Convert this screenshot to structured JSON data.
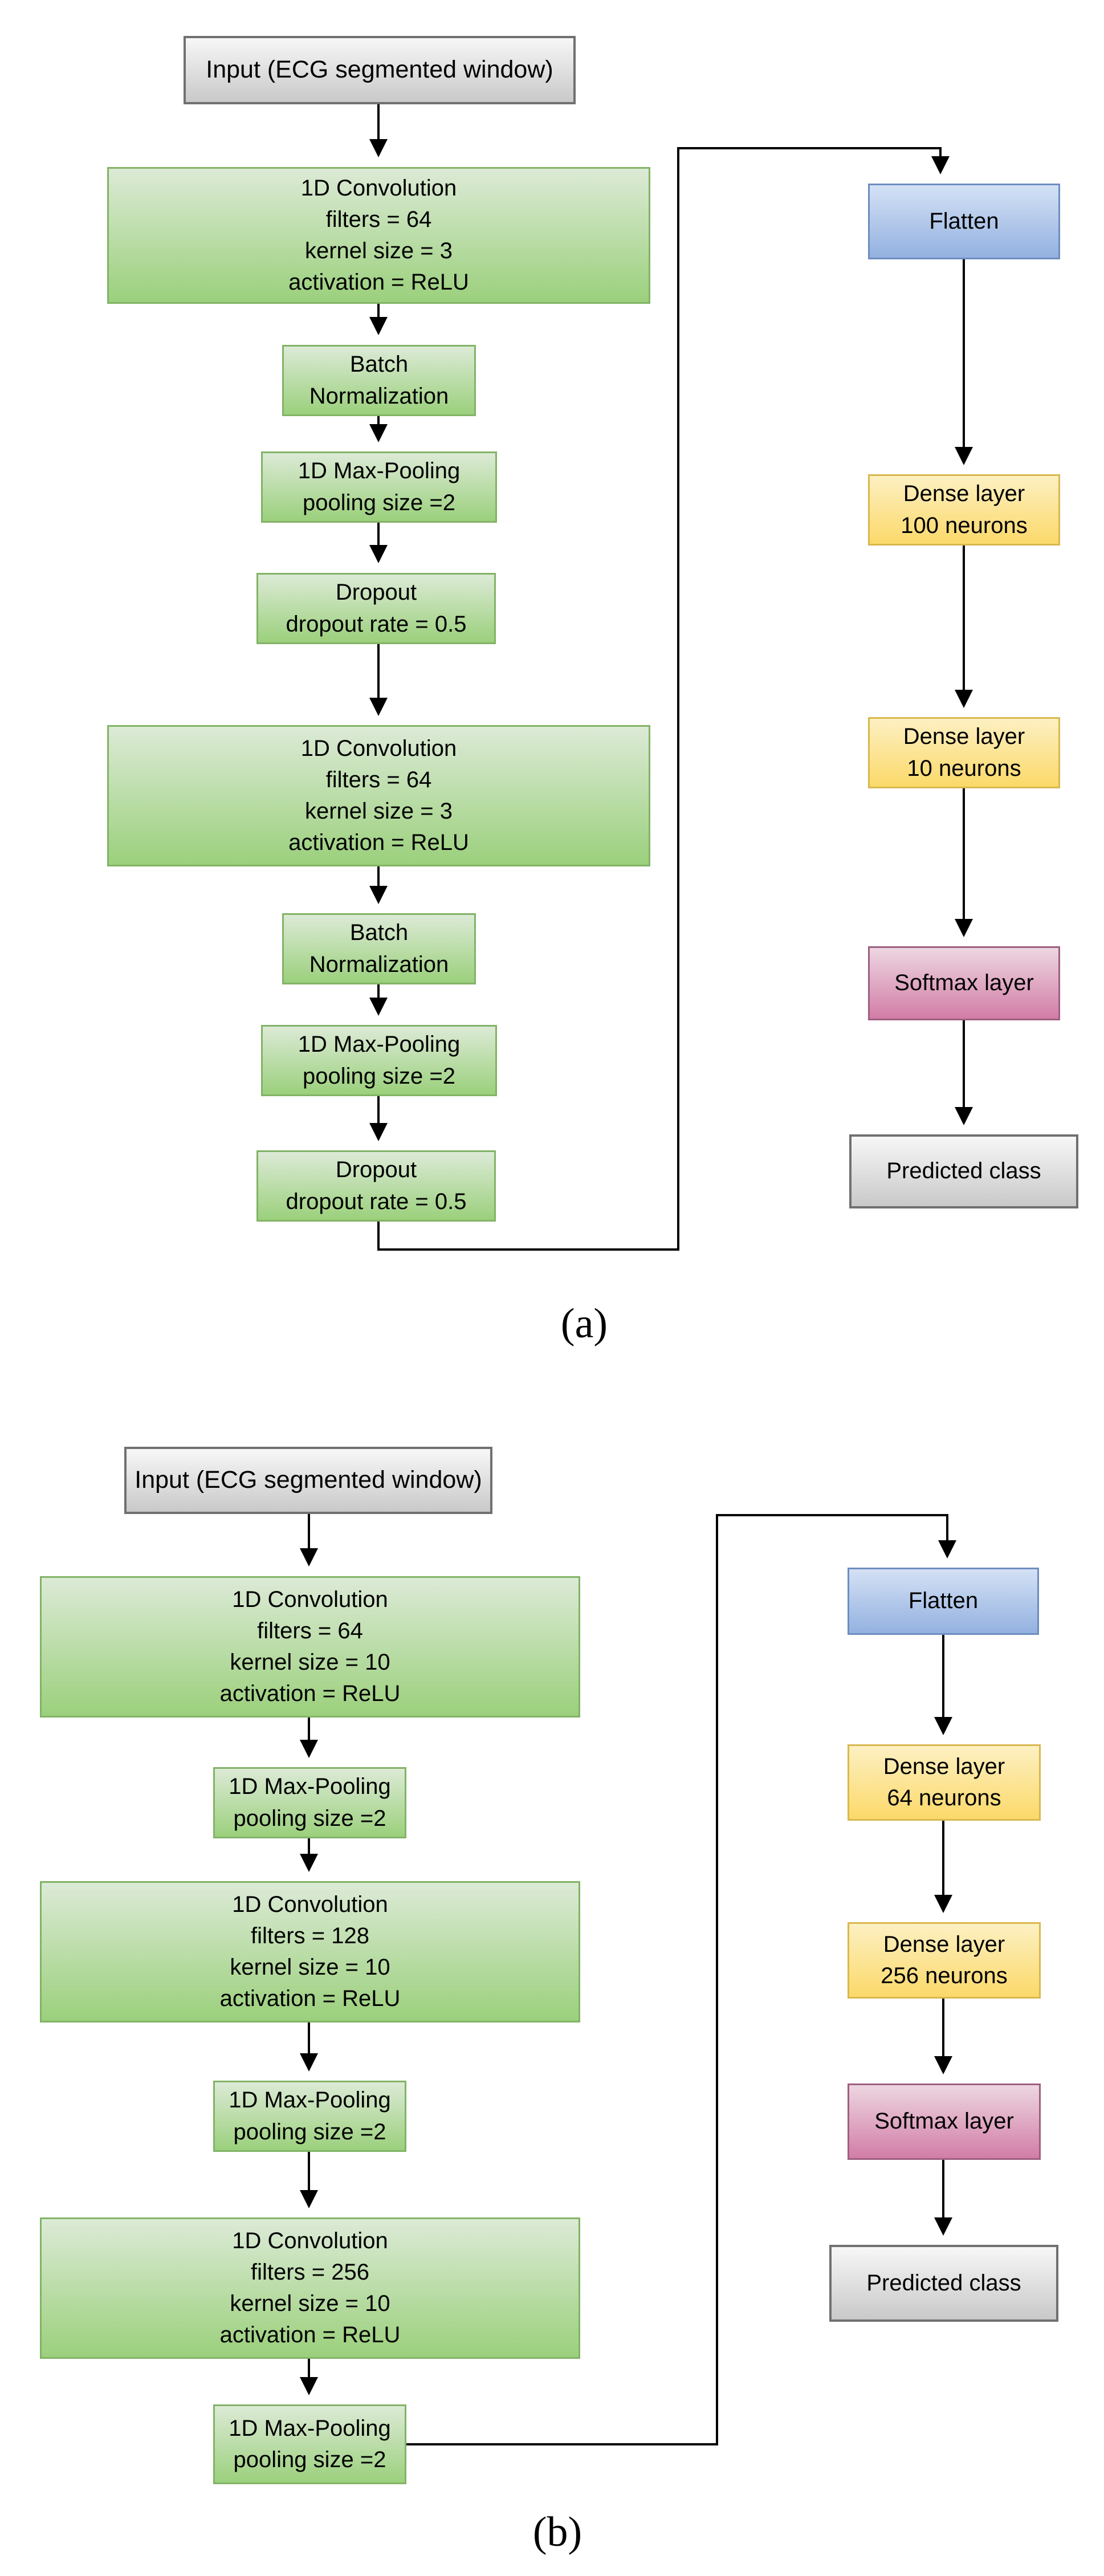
{
  "figure": {
    "description": "Two 1D-CNN architecture flowcharts for ECG classification",
    "colors": {
      "conv_block_top": "#dcead6",
      "conv_block_bottom": "#9bd07c",
      "conv_block_border": "#82b366",
      "io_block_top": "#f7f7f7",
      "io_block_bottom": "#c9c9c9",
      "io_block_border": "#707070",
      "flatten_top": "#d4e1f5",
      "flatten_bottom": "#93b1e0",
      "flatten_border": "#6d8dbf",
      "dense_top": "#fdf0c2",
      "dense_bottom": "#fbd96a",
      "dense_border": "#d8b84f",
      "softmax_top": "#edd6e1",
      "softmax_bottom": "#d27da6",
      "softmax_border": "#9e5f81",
      "arrow": "#000000"
    }
  },
  "a": {
    "caption": "(a)",
    "input": "Input (ECG segmented window)",
    "conv1": "1D Convolution\nfilters = 64\nkernel size = 3\nactivation = ReLU",
    "bn1": "Batch\nNormalization",
    "mp1": "1D Max-Pooling\npooling size =2",
    "do1": "Dropout\ndropout rate = 0.5",
    "conv2": "1D Convolution\nfilters = 64\nkernel size = 3\nactivation = ReLU",
    "bn2": "Batch\nNormalization",
    "mp2": "1D Max-Pooling\npooling size =2",
    "do2": "Dropout\ndropout rate = 0.5",
    "flatten": "Flatten",
    "dense1": "Dense layer\n100 neurons",
    "dense2": "Dense layer\n10 neurons",
    "softmax": "Softmax layer",
    "predicted": "Predicted class"
  },
  "b": {
    "caption": "(b)",
    "input": "Input (ECG segmented window)",
    "conv1": "1D Convolution\nfilters = 64\nkernel size = 10\nactivation = ReLU",
    "mp1": "1D Max-Pooling\npooling size =2",
    "conv2": "1D Convolution\nfilters = 128\nkernel size = 10\nactivation = ReLU",
    "mp2": "1D Max-Pooling\npooling size =2",
    "conv3": "1D Convolution\nfilters = 256\nkernel size = 10\nactivation = ReLU",
    "mp3": "1D Max-Pooling\npooling size =2",
    "flatten": "Flatten",
    "dense1": "Dense layer\n64 neurons",
    "dense2": "Dense layer\n256 neurons",
    "softmax": "Softmax layer",
    "predicted": "Predicted class"
  }
}
